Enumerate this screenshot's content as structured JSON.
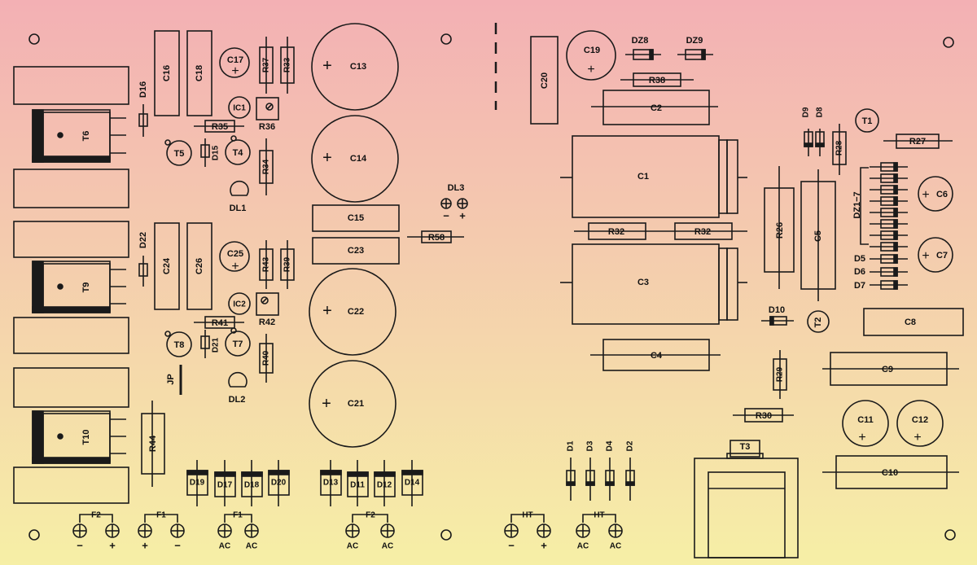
{
  "board": {
    "background_top": "#f3b0b4",
    "background_bottom": "#f6efa6",
    "ink": "#1a1a1a"
  },
  "labels": {
    "C16": "C16",
    "C18": "C18",
    "C17": "C17",
    "R37": "R37",
    "R33": "R33",
    "C13": "C13",
    "C14": "C14",
    "C15": "C15",
    "C23": "C23",
    "C22": "C22",
    "C21": "C21",
    "IC1": "IC1",
    "R36": "R36",
    "R35": "R35",
    "T5": "T5",
    "D15": "D15",
    "T4": "T4",
    "R34": "R34",
    "DL1": "DL1",
    "D16": "D16",
    "T6": "T6",
    "D22": "D22",
    "T9": "T9",
    "C24": "C24",
    "C26": "C26",
    "C25": "C25",
    "R43": "R43",
    "R39": "R39",
    "IC2": "IC2",
    "R42": "R42",
    "R41": "R41",
    "T8": "T8",
    "D21": "D21",
    "T7": "T7",
    "R40": "R40",
    "JP": "JP",
    "DL2": "DL2",
    "T10": "T10",
    "R44": "R44",
    "D19": "D19",
    "D17": "D17",
    "D18": "D18",
    "D20": "D20",
    "D13": "D13",
    "D11": "D11",
    "D12": "D12",
    "D14": "D14",
    "DL3": "DL3",
    "R58": "R58",
    "C20": "C20",
    "C19": "C19",
    "DZ8": "DZ8",
    "DZ9": "DZ9",
    "R38": "R38",
    "C2": "C2",
    "C1": "C1",
    "R32": "R32",
    "C3": "C3",
    "C4": "C4",
    "D9": "D9",
    "D8": "D8",
    "T1": "T1",
    "R28": "R28",
    "R27": "R27",
    "C6": "C6",
    "C7": "C7",
    "DZ1_7": "DZ1−7",
    "D5": "D5",
    "D6": "D6",
    "D7": "D7",
    "R26": "R26",
    "C5": "C5",
    "D10": "D10",
    "T2": "T2",
    "C8": "C8",
    "C9": "C9",
    "R29": "R29",
    "R30": "R30",
    "T3": "T3",
    "C11": "C11",
    "C12": "C12",
    "C10": "C10",
    "D1": "D1",
    "D3": "D3",
    "D4": "D4",
    "D2": "D2"
  },
  "connectors": {
    "F2_left": "F2",
    "F1_left": "F1",
    "F1_mid": "F1",
    "F2_mid": "F2",
    "HT_left": "HT",
    "HT_right": "HT",
    "minus": "−",
    "plus": "+",
    "ac": "AC"
  }
}
